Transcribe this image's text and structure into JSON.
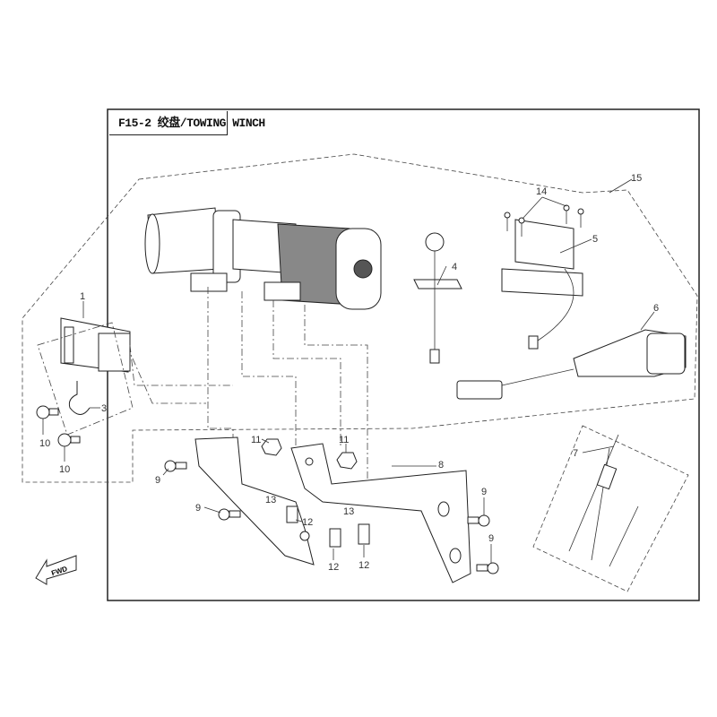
{
  "title": "F15-2 绞盘/TOWING WINCH",
  "direction_marker": "FWD",
  "callouts": {
    "c1": "1",
    "c3": "3",
    "c4": "4",
    "c5": "5",
    "c6": "6",
    "c7": "7",
    "c8": "8",
    "c9": "9",
    "c10": "10",
    "c11": "11",
    "c12": "12",
    "c13": "13",
    "c14": "14",
    "c15": "15"
  }
}
